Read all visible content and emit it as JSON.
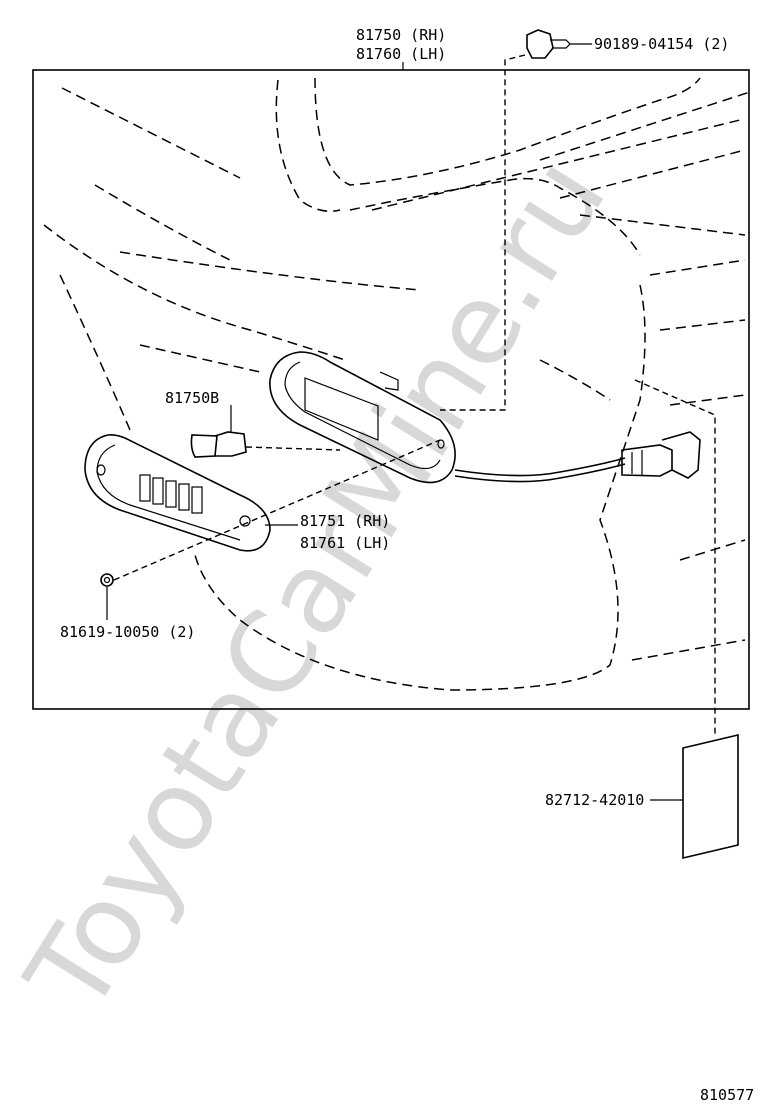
{
  "watermark": "ToyotaCarMine.ru",
  "diagram_id": "810577",
  "parts": {
    "lamp_assy": {
      "rh": "81750 (RH)",
      "lh": "81760 (LH)"
    },
    "clip": "90189-04154 (2)",
    "bulb": "81750B",
    "lens": {
      "rh": "81751 (RH)",
      "lh": "81761 (LH)"
    },
    "screw": "81619-10050 (2)",
    "label_plate": "82712-42010"
  }
}
